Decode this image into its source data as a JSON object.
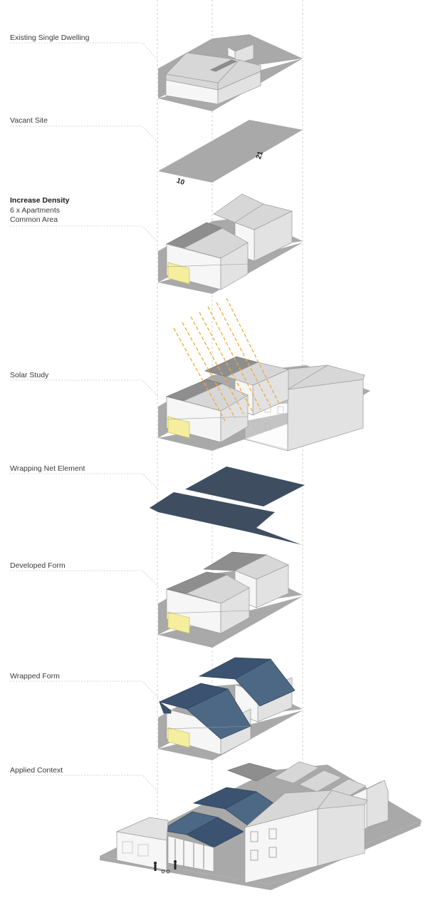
{
  "stages": [
    {
      "label": "Existing Single Dwelling"
    },
    {
      "label": "Vacant Site",
      "site_dims": [
        "10",
        "21"
      ]
    },
    {
      "label": "Increase Density",
      "sub": [
        "6 x Apartments",
        "Common Area"
      ]
    },
    {
      "label": "Solar Study"
    },
    {
      "label": "Wrapping Net Element"
    },
    {
      "label": "Developed Form"
    },
    {
      "label": "Wrapped Form"
    },
    {
      "label": "Applied Context"
    }
  ],
  "colors": {
    "ground": "#a9a9a9",
    "roof_light": "#d8d8d8",
    "roof_dark": "#8f8f8f",
    "wall_light": "#f6f6f6",
    "wall_mid": "#e3e3e3",
    "common_area": "#f5ee9e",
    "net": "#3e4e60",
    "wrap": "#4d6884",
    "sun_rays": "#f2a83a",
    "guide": "#c8c8c8"
  }
}
